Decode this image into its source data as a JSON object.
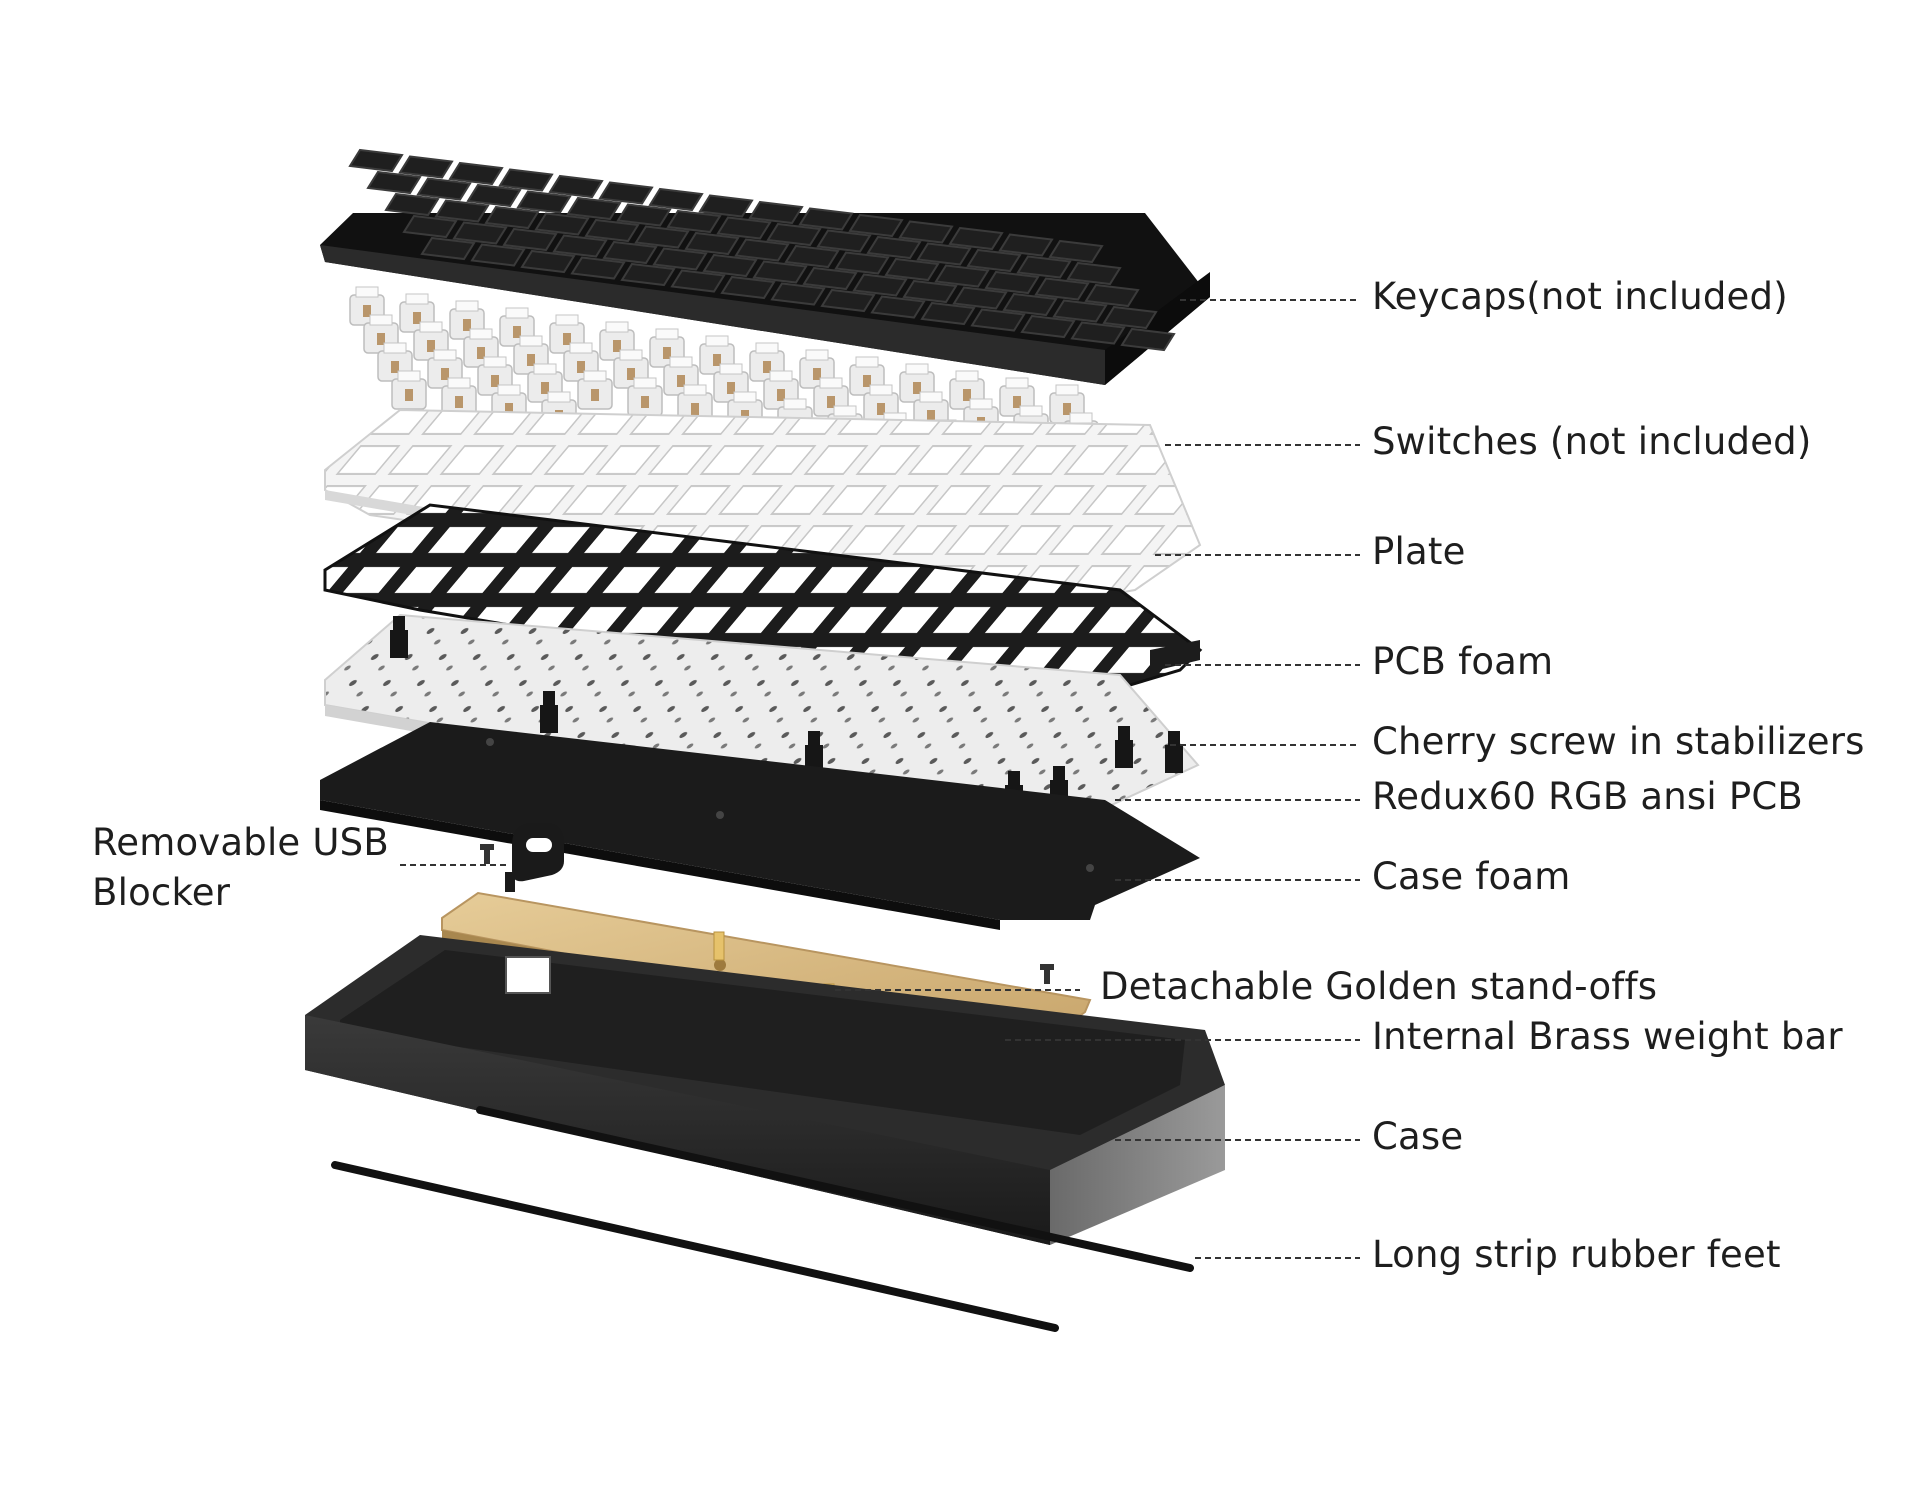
{
  "labels": {
    "keycaps": "Keycaps(not included)",
    "switches": "Switches (not included)",
    "plate": "Plate",
    "pcb_foam": "PCB foam",
    "stabilizers": "Cherry screw in stabilizers",
    "pcb": "Redux60 RGB ansi PCB",
    "case_foam": "Case foam",
    "usb_blocker": "Removable USB Blocker",
    "standoffs": "Detachable Golden stand-offs",
    "weight_bar": "Internal Brass weight bar",
    "case": "Case",
    "rubber_feet": "Long strip rubber feet"
  },
  "colors": {
    "keycap": "#1b1b1b",
    "switch_housing": "#ececec",
    "switch_stem": "#b9966b",
    "plate": "#f3f3f3",
    "pcb_foam": "#1c1c1c",
    "pcb": "#eeeeee",
    "case_foam": "#1d1d1d",
    "brass": "#d8bb86",
    "case": "#2a2a2a",
    "leader_line": "#333333"
  }
}
